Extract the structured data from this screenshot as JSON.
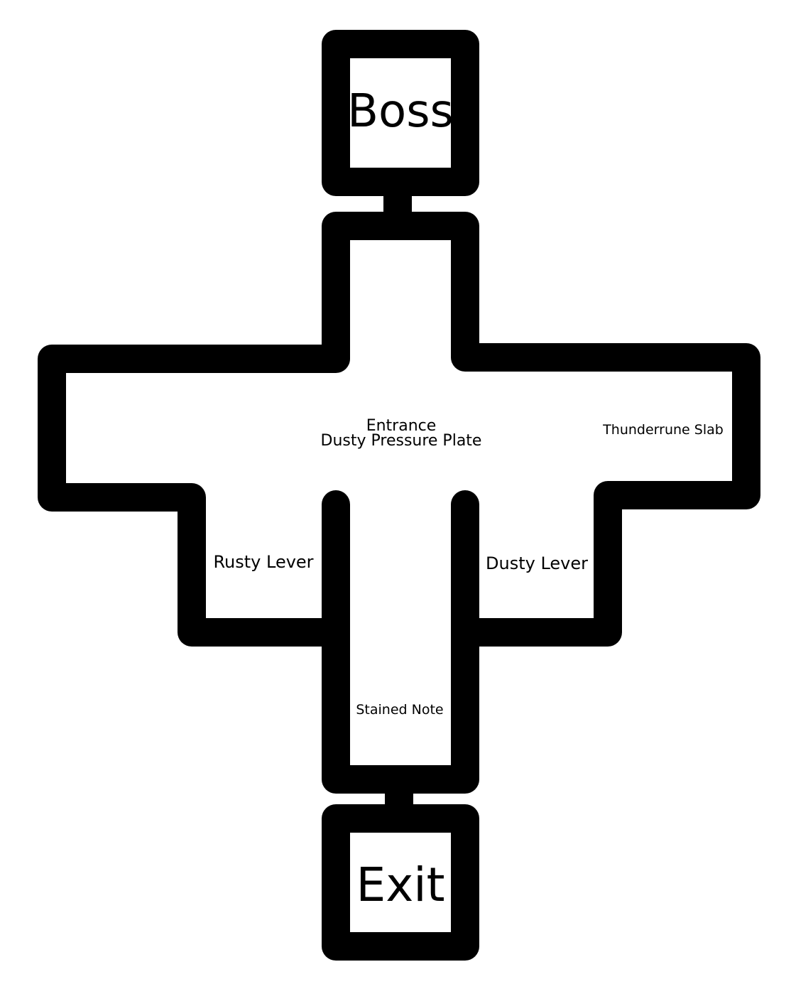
{
  "rooms": {
    "boss": "Boss",
    "exit": "Exit"
  },
  "items": {
    "entrance": "Entrance",
    "dusty_pressure_plate": "Dusty Pressure Plate",
    "thunderrune_slab": "Thunderrune Slab",
    "rusty_lever": "Rusty Lever",
    "dusty_lever": "Dusty Lever",
    "stained_note": "Stained Note"
  },
  "colors": {
    "wall": "#000000",
    "background": "#ffffff"
  }
}
